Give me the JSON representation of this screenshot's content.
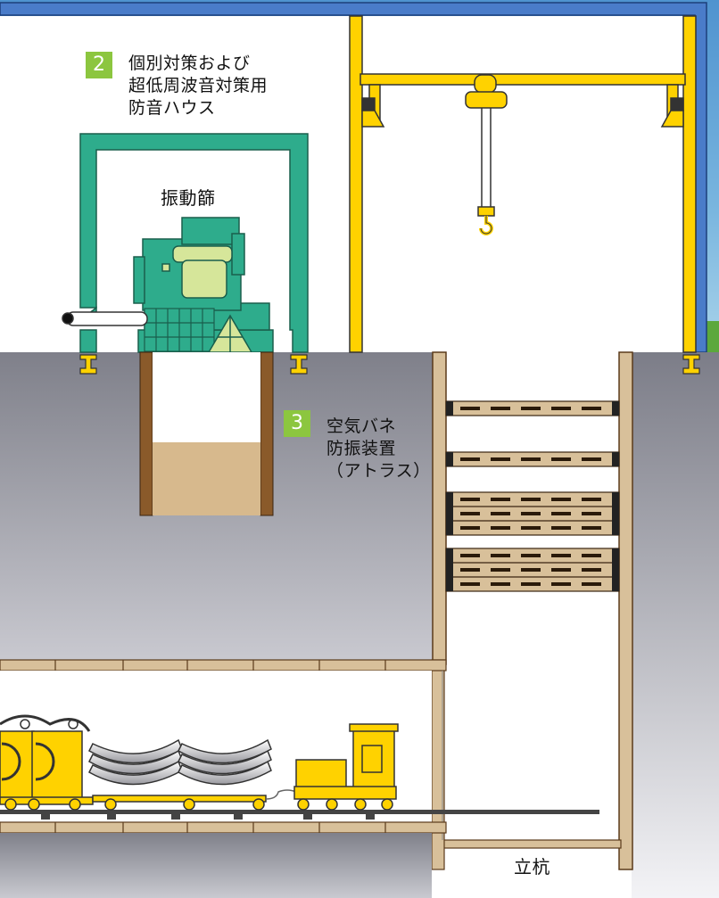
{
  "labels": {
    "item2": {
      "number": "2",
      "lines": [
        "個別対策および",
        "超低周波音対策用",
        "防音ハウス"
      ]
    },
    "vibrating_screen": "振動篩",
    "item3": {
      "number": "3",
      "lines": [
        "空気バネ",
        "防振装置",
        "（アトラス）"
      ]
    },
    "shaft": "立杭"
  },
  "colors": {
    "badge_green": "#8cc63f",
    "sky": "#5aa0d4",
    "steel_frame": "#4a7cc9",
    "crane_yellow": "#ffd200",
    "house_green": "#2eac8c",
    "ground_gray": "#8f8f9a",
    "timber_brown": "#8a5a2a",
    "plank_tan": "#d8c09a",
    "sand": "#d7b98d"
  }
}
